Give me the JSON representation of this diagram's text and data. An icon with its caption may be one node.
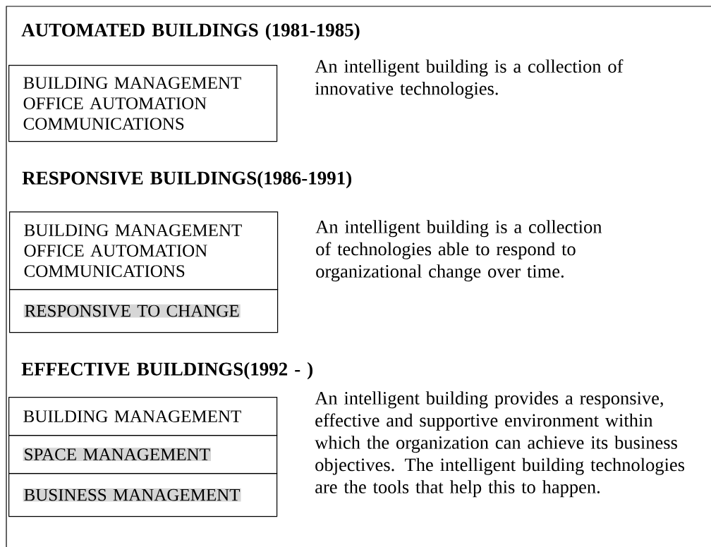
{
  "diagram": {
    "nodes": [
      {
        "text": [
          "BUILDING MANAGEMENT OFFICE AUTOMATION COMMUNICATIONS"
        ]
      },
      {
        "text": [
          "BUILDING MANAGEMENT OFFICE AUTOMATION COMMUNICATIONS"
        ]
      },
      {
        "text": [
          "RESPONSIVE TO CHANGE"
        ]
      },
      {
        "text": [
          "BUILDING MANAGEMENT"
        ]
      },
      {
        "text": [
          "SPACE MANAGEMENT"
        ]
      },
      {
        "text": [
          "BUSINESS MANAGEMENT"
        ]
      }
    ],
    "labels": [
      "AUTOMATED BUILDINGS (1981-1985)",
      "An intelligent building is a collection of innovative technologies.",
      "RESPONSIVE BUILDINGS(1986-1991)",
      "An intelligent building is a collection of technologies able to respond to organizational change over time.",
      "EFFECTIVE BUILDINGS(1992 - )",
      "An intelligent building provides a responsive, effective and supportive environment within which the organization can achieve its business objectives. The intelligent building technologies are the tools that help this to happen."
    ]
  }
}
